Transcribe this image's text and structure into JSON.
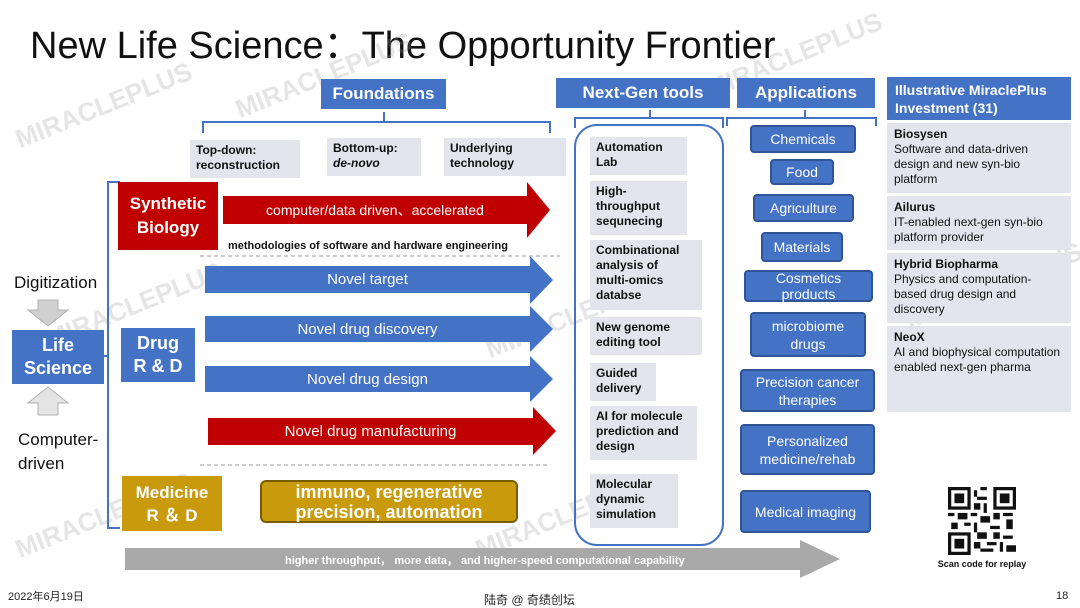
{
  "title": "New Life Science：The Opportunity Frontier",
  "headers": {
    "foundations": "Foundations",
    "nextgen": "Next-Gen tools",
    "applications": "Applications",
    "investment": "Illustrative MiraclePlus Investment (31)"
  },
  "foundations": {
    "topdown": "Top-down: reconstruction",
    "bottomup_a": "Bottom-up:",
    "bottomup_b": "de-novo",
    "underlying": "Underlying technology"
  },
  "left": {
    "digitization": "Digitization",
    "life_science_1": "Life",
    "life_science_2": "Science",
    "computer_driven_1": "Computer-",
    "computer_driven_2": "driven"
  },
  "categories": {
    "synbio_1": "Synthetic",
    "synbio_2": "Biology",
    "drug_1": "Drug",
    "drug_2": "R & D",
    "medicine_1": "Medicine",
    "medicine_2": "R ＆ D"
  },
  "arrows": {
    "computer_data": "computer/data driven、accelerated",
    "methodologies": "methodologies of software and hardware engineering",
    "novel_target": "Novel target",
    "novel_discovery": "Novel drug discovery",
    "novel_design": "Novel drug design",
    "novel_manufacturing": "Novel drug manufacturing",
    "immuno_1": "immuno, regenerative",
    "immuno_2": "precision, automation",
    "bottom": "higher throughput， more data， and higher-speed computational capability"
  },
  "tools": [
    {
      "l1": "Automation",
      "l2": "Lab"
    },
    {
      "l1": "High-",
      "l2": "throughput",
      "l3": "sequnecing"
    },
    {
      "l1": "Combinational",
      "l2": "analysis of",
      "l3": "multi-omics",
      "l4": "databse"
    },
    {
      "l1": "New genome",
      "l2": "editing tool"
    },
    {
      "l1": "Guided",
      "l2": "delivery"
    },
    {
      "l1": "AI for molecule",
      "l2": "prediction and",
      "l3": "design"
    },
    {
      "l1": "Molecular",
      "l2": "dynamic",
      "l3": "simulation"
    }
  ],
  "applications": {
    "chemicals": "Chemicals",
    "food": "Food",
    "agriculture": "Agriculture",
    "materials": "Materials",
    "cosmetics_1": "Cosmetics",
    "cosmetics_2": "products",
    "microbiome_1": "microbiome",
    "microbiome_2": "drugs",
    "precision_1": "Precision cancer",
    "precision_2": "therapies",
    "personalized_1": "Personalized",
    "personalized_2": "medicine/rehab",
    "imaging": "Medical imaging"
  },
  "investments": [
    {
      "name": "Biosysen",
      "desc": "Software and data-driven design and new syn-bio platform"
    },
    {
      "name": "Ailurus",
      "desc": "IT-enabled next-gen syn-bio platform provider"
    },
    {
      "name": "Hybrid Biopharma",
      "desc": "Physics and computation-based drug design and discovery"
    },
    {
      "name": "NeoX",
      "desc": "AI and biophysical computation enabled next-gen pharma"
    }
  ],
  "qr_caption": "Scan code for replay",
  "footer": {
    "date": "2022年6月19日",
    "author": "陆奇 @ 奇绩创坛",
    "page": "18"
  },
  "watermark": "MIRACLEPLUS",
  "colors": {
    "blue": "#4472c4",
    "red": "#c00000",
    "gold": "#c89a0c",
    "gray_box": "#e3e4ec"
  }
}
